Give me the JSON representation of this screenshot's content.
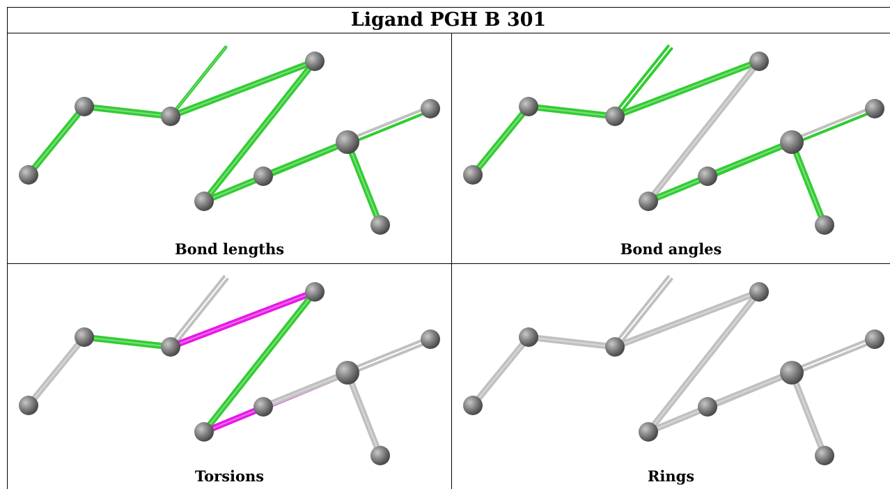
{
  "table": {
    "title": "Ligand PGH B 301",
    "panels": [
      {
        "caption": "Bond lengths"
      },
      {
        "caption": "Bond angles"
      },
      {
        "caption": "Torsions"
      },
      {
        "caption": "Rings"
      }
    ]
  },
  "colors": {
    "atom": "#808080",
    "bond_outlier_green": "#33cc33",
    "bond_torsion_magenta": "#e619e6",
    "bond_neutral_grey": "#c0c0c0"
  },
  "molecule": {
    "atoms": [
      "a1",
      "a2",
      "a3",
      "a4",
      "a5",
      "a6",
      "a7",
      "a8",
      "a9",
      "a10",
      "a11"
    ],
    "bonds": [
      [
        "a1",
        "a2"
      ],
      [
        "a2",
        "a3"
      ],
      [
        "a3",
        "a4"
      ],
      [
        "a3",
        "a5"
      ],
      [
        "a5",
        "a6"
      ],
      [
        "a6",
        "a7"
      ],
      [
        "a7",
        "a8"
      ],
      [
        "a7",
        "a9"
      ],
      [
        "a7",
        "a10"
      ]
    ],
    "panel_bond_styles": [
      [
        "green",
        "green",
        "green-thin",
        "green",
        "green",
        "green",
        "green-grey",
        "green",
        "green"
      ],
      [
        "green",
        "green",
        "green-double",
        "green",
        "grey",
        "green",
        "green-grey",
        "green",
        "green"
      ],
      [
        "grey",
        "green",
        "grey-double",
        "magenta",
        "green",
        "magenta",
        "grey-double",
        "grey",
        "grey"
      ],
      [
        "grey",
        "grey",
        "grey-double",
        "grey",
        "grey",
        "grey",
        "grey-double",
        "grey",
        "grey"
      ]
    ]
  }
}
